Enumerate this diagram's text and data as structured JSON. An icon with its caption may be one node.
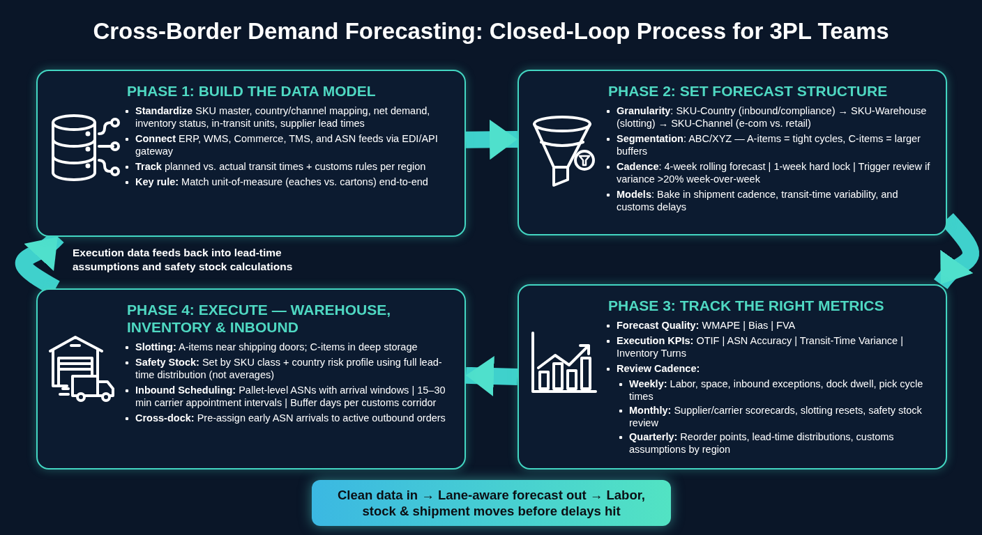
{
  "diagram": {
    "title": "Cross-Border Demand Forecasting: Closed-Loop Process for 3PL Teams",
    "nodes": [
      {
        "text": [
          "PHASE 1: BUILD THE DATA MODEL",
          "**Standardize** SKU master, country/channel mapping, net demand, inventory status, in-transit units, supplier lead times",
          "**Connect** ERP, WMS, Commerce, TMS, and ASN feeds via EDI/API gateway",
          "**Track** planned vs. actual transit times + customs rules per region",
          "**Key rule:** Match unit-of-measure (eaches vs. cartons) end-to-end"
        ]
      },
      {
        "text": [
          "PHASE 2: SET FORECAST STRUCTURE",
          "**Granularity**: SKU-Country (inbound/compliance) → SKU-Warehouse (slotting) → SKU-Channel (e-com vs. retail)",
          "**Segmentation**: ABC/XYZ — A-items = tight cycles, C-items = larger buffers",
          "**Cadence**: 4-week rolling forecast | 1-week hard lock | Trigger review if variance >20% week-over-week",
          "**Models**: Bake in shipment cadence, transit-time variability, and customs delays"
        ]
      },
      {
        "text": [
          "PHASE 3: TRACK THE RIGHT METRICS",
          "**Forecast Quality:** WMAPE | Bias | FVA",
          "**Execution KPIs:** OTIF | ASN Accuracy | Transit-Time Variance | Inventory Turns",
          "**Review Cadence:**",
          "**Weekly:** Labor, space, inbound exceptions, dock dwell, pick cycle times",
          "**Monthly:** Supplier/carrier scorecards, slotting resets, safety stock review",
          "**Quarterly:** Reorder points, lead-time distributions, customs assumptions by region"
        ]
      },
      {
        "text": [
          "PHASE 4: EXECUTE — WAREHOUSE, INVENTORY & INBOUND",
          "**Slotting:** A-items near shipping doors; C-items in deep storage",
          "**Safety Stock:** Set by SKU class + country risk profile using full lead-time distribution (not averages)",
          "**Inbound Scheduling:** Pallet-level ASNs with arrival windows | 15–30 min carrier appointment intervals | Buffer days per customs corridor",
          "**Cross-dock:** Pre-assign early ASN arrivals to active outbound orders"
        ]
      },
      {
        "text": [
          "Clean data in → Lane-aware forecast out → Labor, stock & shipment moves before delays hit"
        ]
      }
    ],
    "edges": [
      {
        "from": 0,
        "to": 1,
        "arrow": "to"
      },
      {
        "from": 1,
        "to": 2,
        "arrow": "to"
      },
      {
        "from": 2,
        "to": 3,
        "arrow": "to"
      },
      {
        "from": 3,
        "to": 0,
        "arrow": "to",
        "label": "Execution data feeds back into lead-time assumptions and safety stock calculations"
      }
    ]
  }
}
